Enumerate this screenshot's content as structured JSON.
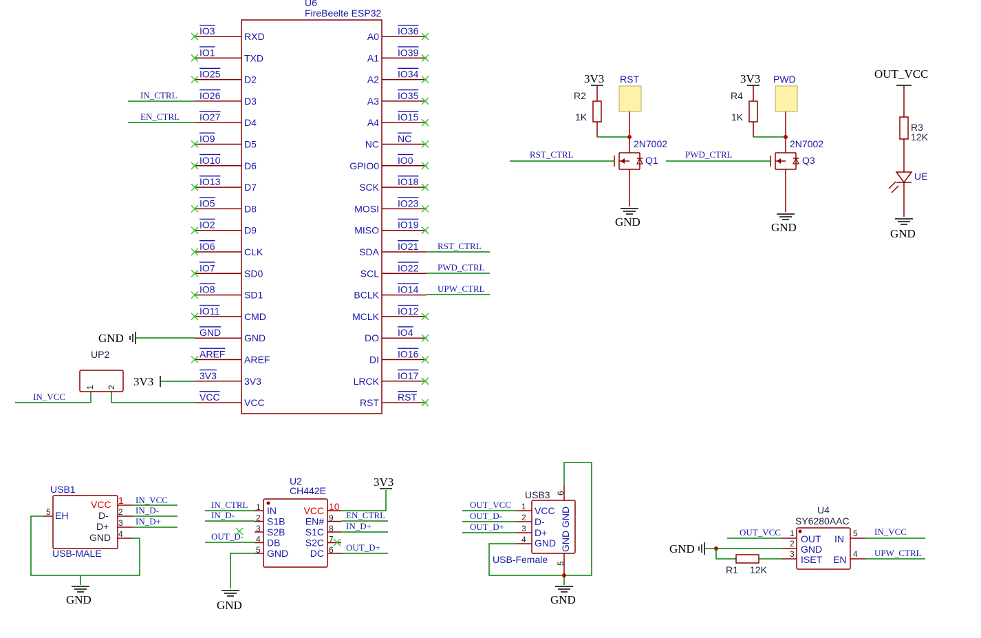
{
  "u6": {
    "ref": "U6",
    "name": "FireBeelte ESP32",
    "left_pins": [
      "RXD",
      "TXD",
      "D2",
      "D3",
      "D4",
      "D5",
      "D6",
      "D7",
      "D8",
      "D9",
      "CLK",
      "SD0",
      "SD1",
      "CMD",
      "GND",
      "AREF",
      "3V3",
      "VCC"
    ],
    "left_nets": [
      "IO3",
      "IO1",
      "IO25",
      "IO26",
      "IO27",
      "IO9",
      "IO10",
      "IO13",
      "IO5",
      "IO2",
      "IO6",
      "IO7",
      "IO8",
      "IO11",
      "GND",
      "AREF",
      "3V3",
      "VCC"
    ],
    "right_pins": [
      "A0",
      "A1",
      "A2",
      "A3",
      "A4",
      "NC",
      "GPIO0",
      "SCK",
      "MOSI",
      "MISO",
      "SDA",
      "SCL",
      "BCLK",
      "MCLK",
      "DO",
      "DI",
      "LRCK",
      "RST"
    ],
    "right_nets": [
      "IO36",
      "IO39",
      "IO34",
      "IO35",
      "IO15",
      "NC",
      "IO0",
      "IO18",
      "IO23",
      "IO19",
      "IO21",
      "IO22",
      "IO14",
      "IO12",
      "IO4",
      "IO16",
      "IO17",
      "RST"
    ],
    "ext_left": {
      "d3": "IN_CTRL",
      "d4": "EN_CTRL",
      "gnd": "GND",
      "v3": "3V3",
      "vcc": "IN_VCC"
    },
    "ext_right": {
      "sda": "RST_CTRL",
      "scl": "PWD_CTRL",
      "bclk": "UPW_CTRL"
    }
  },
  "up2": {
    "ref": "UP2",
    "pin1": "1",
    "pin2": "2"
  },
  "q1": {
    "supply": "3V3",
    "res_ref": "R2",
    "res_val": "1K",
    "button": "RST",
    "part": "2N7002",
    "ref": "Q1",
    "gate_net": "RST_CTRL",
    "gnd": "GND"
  },
  "q3": {
    "supply": "3V3",
    "res_ref": "R4",
    "res_val": "1K",
    "button": "PWD",
    "part": "2N7002",
    "ref": "Q3",
    "gate_net": "PWD_CTRL",
    "gnd": "GND"
  },
  "led": {
    "supply": "OUT_VCC",
    "res_ref": "R3",
    "res_val": "12K",
    "ref": "UE",
    "gnd": "GND"
  },
  "usb1": {
    "ref": "USB1",
    "part": "USB-MALE",
    "pins": [
      "VCC",
      "D-",
      "D+",
      "GND",
      "EH"
    ],
    "nums": [
      "1",
      "2",
      "3",
      "4",
      "5"
    ],
    "nets": [
      "IN_VCC",
      "IN_D-",
      "IN_D+"
    ],
    "gnd": "GND"
  },
  "u2": {
    "ref": "U2",
    "part": "CH442E",
    "left_pins": [
      "IN",
      "S1B",
      "S2B",
      "DB",
      "GND"
    ],
    "left_nums": [
      "1",
      "2",
      "3",
      "4",
      "5"
    ],
    "right_pins": [
      "VCC",
      "EN#",
      "S1C",
      "S2C",
      "DC"
    ],
    "right_nums": [
      "10",
      "9",
      "8",
      "7",
      "6"
    ],
    "left_nets": [
      "IN_CTRL",
      "IN_D-",
      "OUT_D-"
    ],
    "right_nets": [
      "EN_CTRL",
      "IN_D+",
      "OUT_D+"
    ],
    "supply": "3V3",
    "gnd": "GND"
  },
  "usb3": {
    "ref": "USB3",
    "part": "USB-Female",
    "pins": [
      "VCC",
      "D-",
      "D+",
      "GND"
    ],
    "nums": [
      "1",
      "2",
      "3",
      "4"
    ],
    "side_pin": "GND GND",
    "side_nums": [
      "6",
      "5"
    ],
    "nets": [
      "OUT_VCC",
      "OUT_D-",
      "OUT_D+"
    ],
    "gnd": "GND"
  },
  "u4": {
    "ref": "U4",
    "part": "SY6280AAC",
    "left_pins": [
      "OUT",
      "GND",
      "ISET"
    ],
    "left_nums": [
      "1",
      "2",
      "3"
    ],
    "right_pins": [
      "IN",
      "EN"
    ],
    "right_nums": [
      "5",
      "4"
    ],
    "nets": {
      "out": "OUT_VCC",
      "in": "IN_VCC",
      "en": "UPW_CTRL"
    },
    "res_ref": "R1",
    "res_val": "12K",
    "gnd": "GND"
  },
  "colors": {
    "body": "#8b0000",
    "wire": "#008000",
    "label": "#1a1aa6",
    "noconnect": "#33cc33",
    "button": "#fdf2a8"
  }
}
